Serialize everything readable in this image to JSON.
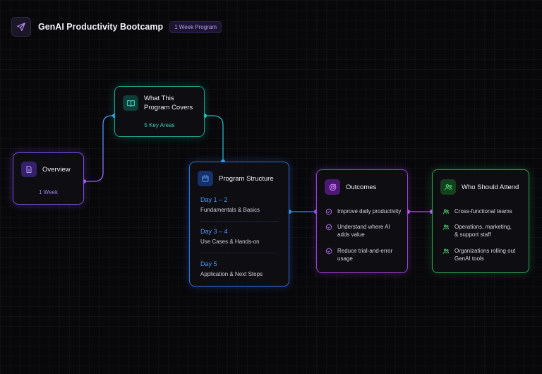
{
  "header": {
    "title": "GenAI Productivity Bootcamp",
    "badge": "1 Week Program",
    "logo_icon": "send-arrow-icon"
  },
  "colors": {
    "overview": "#7a4fd8",
    "covers": "#1fa58c",
    "structure": "#2f6fd9",
    "outcomes": "#9b42d8",
    "attend": "#2fa34f"
  },
  "nodes": {
    "overview": {
      "title": "Overview",
      "subtitle": "1 Week",
      "icon": "document-icon"
    },
    "covers": {
      "title_line1": "What This",
      "title_line2": "Program Covers",
      "subtitle": "5 Key Areas",
      "icon": "open-book-icon"
    },
    "structure": {
      "title": "Program Structure",
      "icon": "calendar-icon",
      "days": [
        {
          "label": "Day 1 – 2",
          "desc": "Fundamentals & Basics"
        },
        {
          "label": "Day 3 – 4",
          "desc": "Use Cases & Hands-on"
        },
        {
          "label": "Day 5",
          "desc": "Application & Next Steps"
        }
      ]
    },
    "outcomes": {
      "title": "Outcomes",
      "icon": "target-icon",
      "items": [
        {
          "line1": "Improve daily productivity",
          "line2": ""
        },
        {
          "line1": "Understand where AI",
          "line2": "adds value"
        },
        {
          "line1": "Reduce trial-and-error",
          "line2": "usage"
        }
      ]
    },
    "attend": {
      "title": "Who Should Attend",
      "icon": "users-icon",
      "items": [
        {
          "line1": "Cross-functional teams",
          "line2": ""
        },
        {
          "line1": "Operations, marketing,",
          "line2": "& support staff"
        },
        {
          "line1": "Organizations rolling out",
          "line2": "GenAI tools"
        }
      ]
    }
  }
}
